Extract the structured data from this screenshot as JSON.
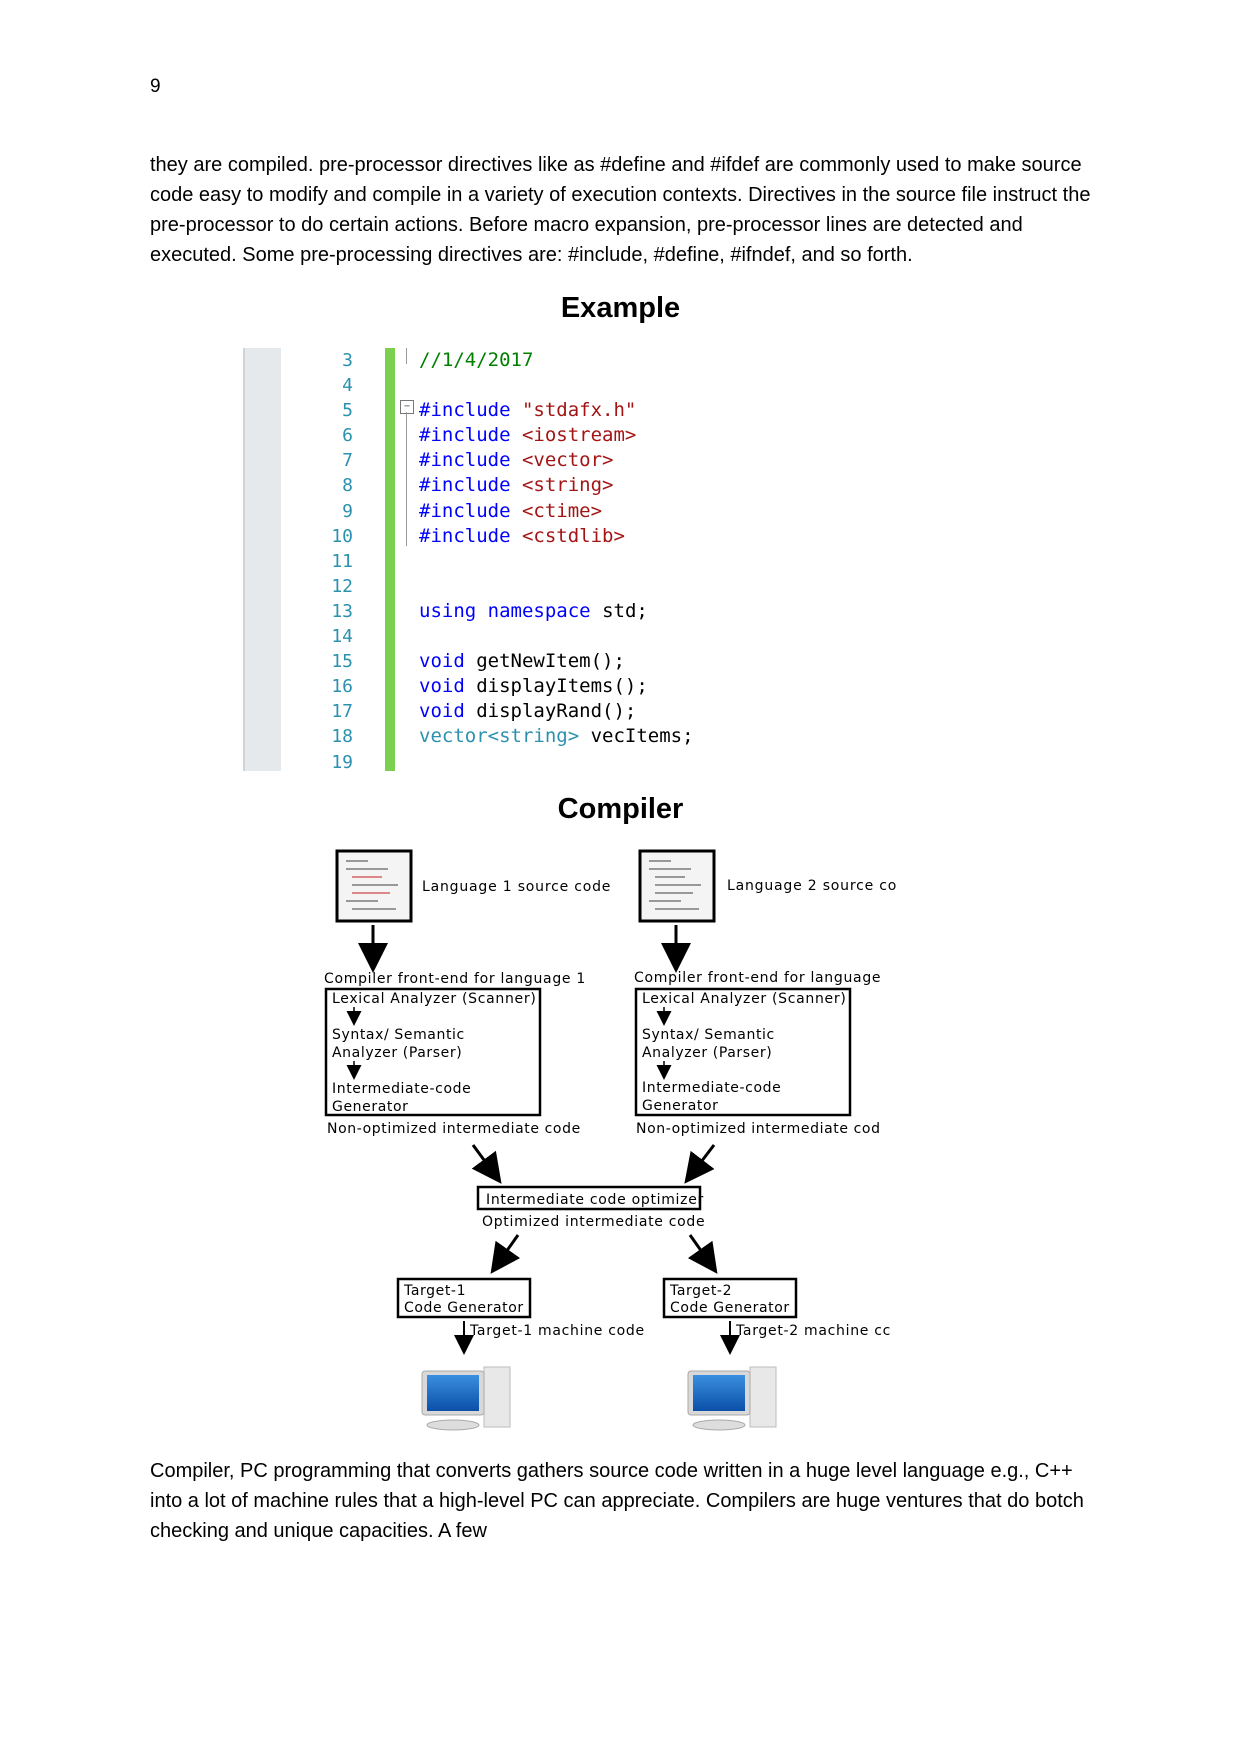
{
  "page_number": "9",
  "para1": "they are compiled. pre-processor directives like as #define and #ifdef are commonly used to make source code easy to modify and compile in a variety of execution contexts. Directives in the source file instruct the pre-processor to do certain actions. Before macro expansion, pre-processor lines are detected and executed. Some pre-processing directives are: #include, #define, #ifndef, and so forth.",
  "heading_example": "Example",
  "code": {
    "line_numbers": [
      "3",
      "4",
      "5",
      "6",
      "7",
      "8",
      "9",
      "10",
      "11",
      "12",
      "13",
      "14",
      "15",
      "16",
      "17",
      "18",
      "19"
    ],
    "lines": [
      "//1/4/2017",
      "",
      "#include \"stdafx.h\"",
      "#include <iostream>",
      "#include <vector>",
      "#include <string>",
      "#include <ctime>",
      "#include <cstdlib>",
      "",
      "",
      "using namespace std;",
      "",
      "void getNewItem();",
      "void displayItems();",
      "void displayRand();",
      "vector<string> vecItems;",
      ""
    ]
  },
  "heading_compiler": "Compiler",
  "diagram": {
    "lang1_source": "Language 1 source code",
    "lang2_source": "Language 2 source co",
    "frontend1_title": "Compiler front-end for language 1",
    "frontend2_title": "Compiler front-end for language",
    "lexical": "Lexical Analyzer (Scanner)",
    "syntax_line1": "Syntax/ Semantic",
    "syntax_line2": "Analyzer (Parser)",
    "intermediate_line1": "Intermediate-code",
    "intermediate_line2": "Generator",
    "nonopt1": "Non-optimized intermediate code",
    "nonopt2": "Non-optimized intermediate cod",
    "optimizer": "Intermediate code optimizer",
    "optimized": "Optimized intermediate code",
    "target1_line1": "Target-1",
    "target1_line2": "Code Generator",
    "target2_line1": "Target-2",
    "target2_line2": "Code Generator",
    "target1_machine": "Target-1 machine code",
    "target2_machine": "Target-2 machine cc"
  },
  "para2": "Compiler, PC programming that converts gathers source code written in a huge level language e.g., C++ into a lot of machine rules that a high-level PC can appreciate. Compilers are huge ventures that do botch checking and unique capacities. A few",
  "colors": {
    "line_number": "#2b91af",
    "keyword": "#0000ff",
    "string": "#a31515",
    "comment": "#008000",
    "change_bar": "#7bd14f"
  }
}
